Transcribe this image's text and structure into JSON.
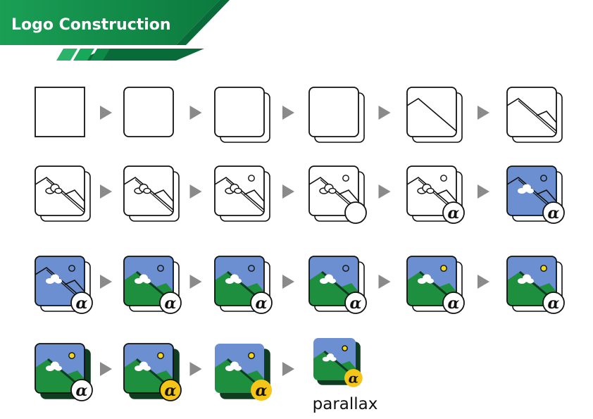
{
  "header": {
    "title": "Logo Construction"
  },
  "final_label": "parallax",
  "alpha_glyph": "α",
  "colors": {
    "banner_green_dark": "#0a6b3a",
    "banner_green_light": "#18a85a",
    "sky_blue": "#6b8fd0",
    "hill_green": "#1e8f3e",
    "back_card_dark": "#0f3d1f",
    "sun_yellow": "#f2d81c",
    "badge_yellow": "#f5c518",
    "arrow_gray": "#8a8a8a",
    "outline": "#111111"
  },
  "steps": [
    {
      "outer": true
    },
    {
      "outer": true,
      "round": true
    },
    {
      "outer": true,
      "round": true,
      "offsetOutline": true
    },
    {
      "outer": true,
      "round": true,
      "back": true
    },
    {
      "outer": true,
      "round": true,
      "back": true,
      "mountain": 1
    },
    {
      "outer": true,
      "round": true,
      "back": true,
      "mountain": 2
    },
    {
      "outer": true,
      "round": true,
      "back": true,
      "mountain": 3,
      "cloud": true
    },
    {
      "outer": true,
      "round": true,
      "back": true,
      "mountain": 3,
      "cloud": true
    },
    {
      "outer": true,
      "round": true,
      "back": true,
      "mountain": 3,
      "cloud": true,
      "sun": true
    },
    {
      "outer": true,
      "round": true,
      "back": true,
      "mountain": 3,
      "cloud": true,
      "sun": true,
      "badge": "empty"
    },
    {
      "outer": true,
      "round": true,
      "back": true,
      "mountain": 3,
      "cloud": true,
      "sun": true,
      "badge": "alpha"
    },
    {
      "outer": true,
      "round": true,
      "back": true,
      "mountain": 3,
      "cloud": true,
      "sun": true,
      "badge": "alpha",
      "sky": true
    },
    {
      "outer": true,
      "round": true,
      "back": true,
      "mountain": 3,
      "cloud": true,
      "sun": true,
      "badge": "alpha",
      "sky": true
    },
    {
      "outer": true,
      "round": true,
      "back": true,
      "mountain": 3,
      "cloud": true,
      "sun": true,
      "badge": "alpha",
      "sky": true,
      "hills": true
    },
    {
      "outer": true,
      "round": true,
      "back": true,
      "mountain": 3,
      "cloud": true,
      "sun": true,
      "badge": "alpha",
      "sky": true,
      "hills": true
    },
    {
      "outer": true,
      "round": true,
      "back": true,
      "mountain": 3,
      "cloud": true,
      "sun": true,
      "badge": "alpha",
      "sky": true,
      "hills": true
    },
    {
      "outer": true,
      "round": true,
      "back": true,
      "mountain": 3,
      "cloud": true,
      "sun": "yellow",
      "badge": "alpha",
      "sky": true,
      "hills": true
    },
    {
      "outer": true,
      "round": true,
      "back": true,
      "mountain": 3,
      "cloud": true,
      "sun": "yellow",
      "badge": "alpha",
      "sky": true,
      "hills": true
    },
    {
      "outer": true,
      "round": true,
      "back": "dark",
      "mountain": 3,
      "cloud": true,
      "sun": "yellow",
      "badge": "alpha",
      "sky": true,
      "hills": true
    },
    {
      "outer": true,
      "round": true,
      "back": "dark",
      "mountain": 3,
      "cloud": true,
      "sun": "yellow",
      "badge": "alpha-yellow",
      "sky": true,
      "hills": true
    },
    {
      "outer": false,
      "round": true,
      "back": "dark",
      "mountain": 3,
      "cloud": true,
      "sun": "yellow",
      "badge": "alpha-yellow-flat",
      "sky": true,
      "hills": true
    },
    {
      "outer": false,
      "round": true,
      "back": "dark",
      "mountain": 3,
      "cloud": true,
      "sun": "yellow",
      "badge": "alpha-yellow-flat",
      "sky": true,
      "hills": true,
      "final": true
    }
  ]
}
